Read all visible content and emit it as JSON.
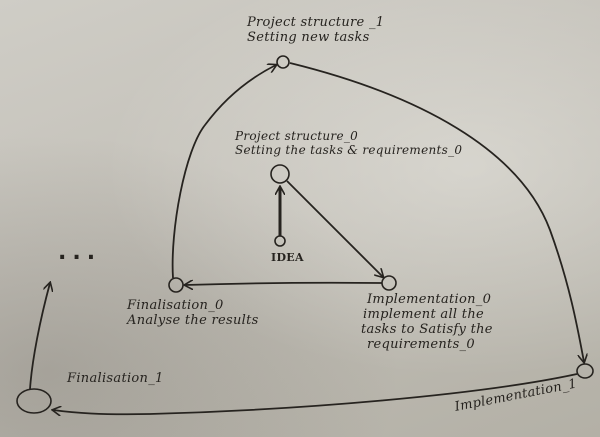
{
  "nodes": {
    "ps1": {
      "line1": "Project structure _1",
      "line2": "Setting new tasks"
    },
    "ps0": {
      "line1": "Project structure_0",
      "line2": "Setting the tasks & requirements_0"
    },
    "idea": {
      "label": "IDEA"
    },
    "impl0": {
      "line1": "Implementation_0",
      "line2": "implement all the",
      "line3": "tasks to Satisfy the",
      "line4": "requirements_0"
    },
    "fin0": {
      "line1": "Finalisation_0",
      "line2": "Analyse the results"
    },
    "fin1": {
      "label": "Finalisation_1"
    },
    "impl1": {
      "label": "Implementation_1"
    }
  },
  "ellipsis": "...",
  "colors": {
    "ink": "#26231f",
    "paper": "#c6c3bb"
  }
}
